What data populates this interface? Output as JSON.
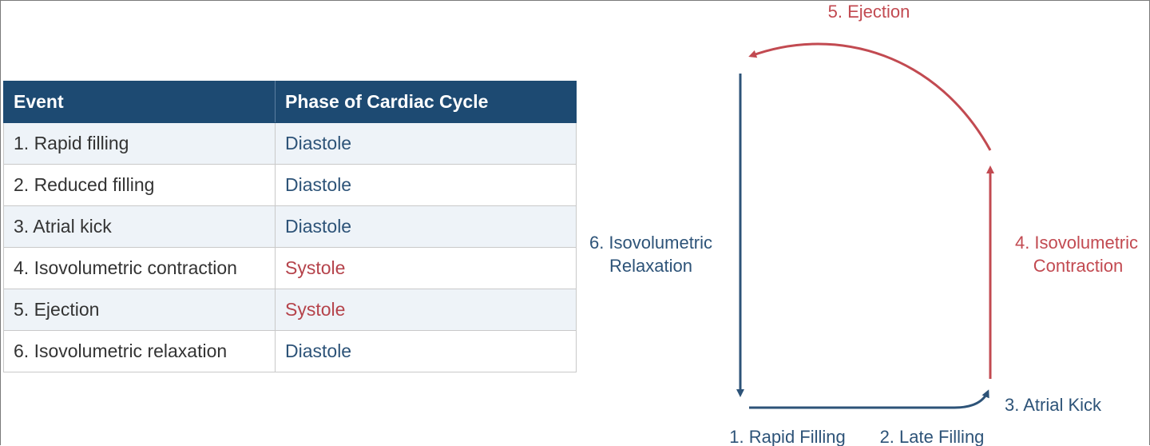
{
  "table": {
    "headers": [
      "Event",
      "Phase of Cardiac Cycle"
    ],
    "rows": [
      {
        "event": "1. Rapid filling",
        "phase": "Diastole",
        "type": "diastole"
      },
      {
        "event": "2. Reduced filling",
        "phase": "Diastole",
        "type": "diastole"
      },
      {
        "event": "3. Atrial kick",
        "phase": "Diastole",
        "type": "diastole"
      },
      {
        "event": "4. Isovolumetric contraction",
        "phase": "Systole",
        "type": "systole"
      },
      {
        "event": "5. Ejection",
        "phase": "Systole",
        "type": "systole"
      },
      {
        "event": "6. Isovolumetric relaxation",
        "phase": "Diastole",
        "type": "diastole"
      }
    ]
  },
  "diagram": {
    "ejection": "5. Ejection",
    "isovol_relax_line1": "6. Isovolumetric",
    "isovol_relax_line2": "Relaxation",
    "isovol_contract_line1": "4. Isovolumetric",
    "isovol_contract_line2": "Contraction",
    "atrial_kick": "3. Atrial Kick",
    "rapid_filling": "1. Rapid Filling",
    "late_filling": "2. Late Filling"
  },
  "colors": {
    "header_bg": "#1d4a72",
    "diastole": "#2d5378",
    "systole": "#c24a51"
  }
}
